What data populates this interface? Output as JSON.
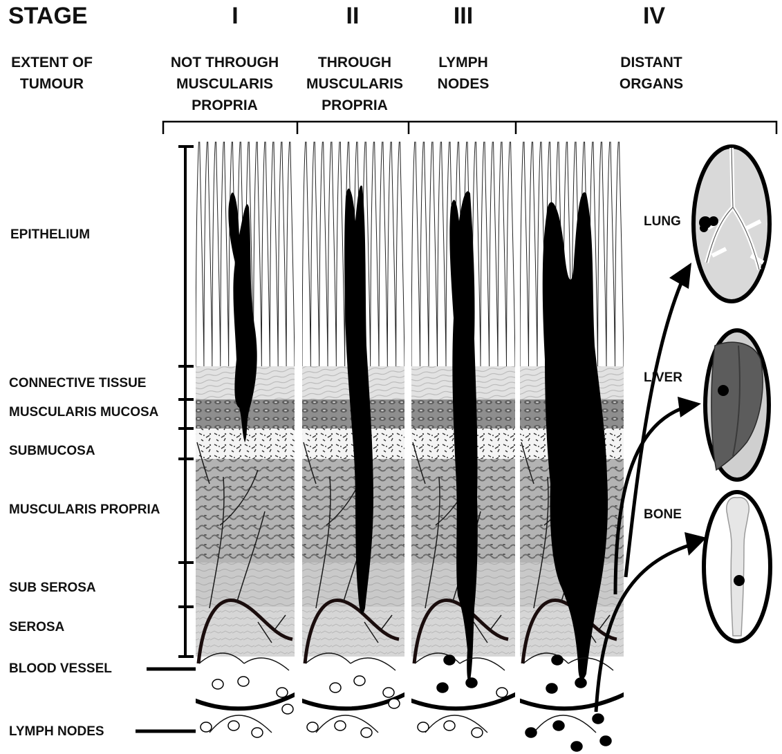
{
  "header": {
    "stage_label": "STAGE",
    "extent_label": "EXTENT OF\nTUMOUR",
    "columns": [
      {
        "numeral": "I",
        "extent": "NOT THROUGH\nMUSCULARIS\nPROPRIA"
      },
      {
        "numeral": "II",
        "extent": "THROUGH\nMUSCULARIS\nPROPRIA"
      },
      {
        "numeral": "III",
        "extent": "LYMPH\nNODES"
      },
      {
        "numeral": "IV",
        "extent": "DISTANT\nORGANS"
      }
    ]
  },
  "layers": [
    "EPITHELIUM",
    "CONNECTIVE  TISSUE",
    "MUSCULARIS MUCOSA",
    "SUBMUCOSA",
    "MUSCULARIS PROPRIA",
    "SUB SEROSA",
    "SEROSA",
    "BLOOD VESSEL",
    "LYMPH NODES"
  ],
  "organs": [
    "LUNG",
    "LIVER",
    "BONE"
  ],
  "colors": {
    "tumour": "#000000",
    "tissue_light": "#dcdcdc",
    "tissue_mid": "#a9a9a9",
    "tissue_dark": "#7a7a7a"
  }
}
